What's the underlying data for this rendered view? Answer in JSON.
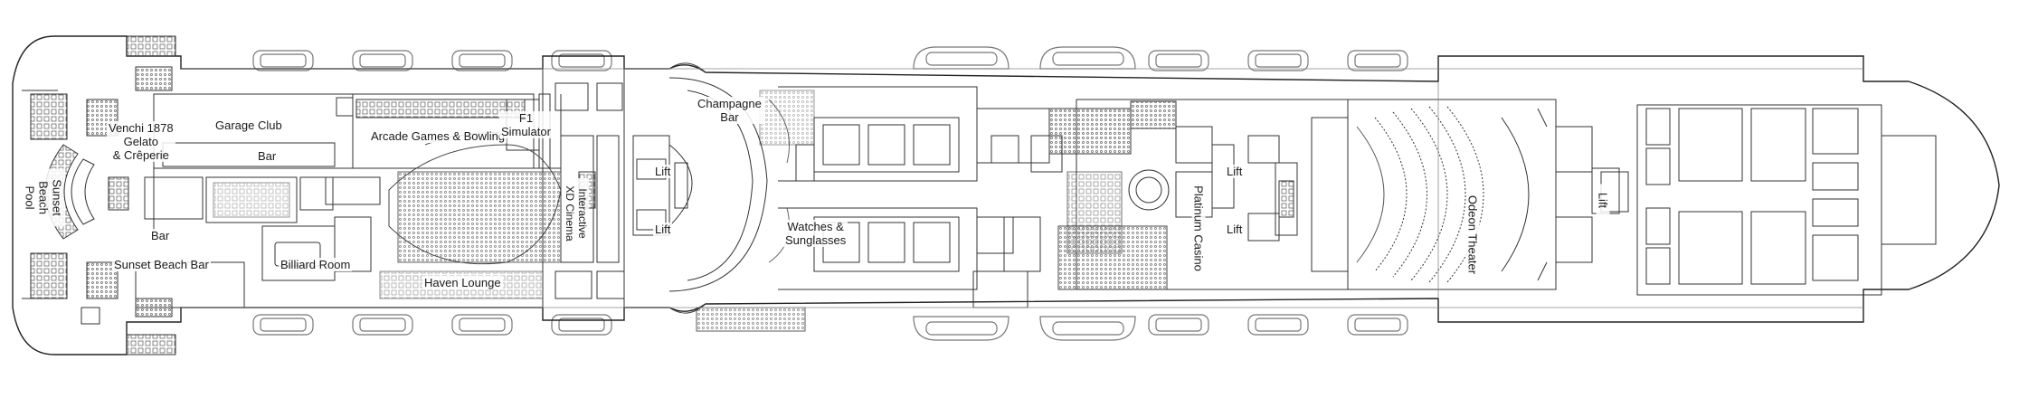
{
  "deck": {
    "areas": {
      "sunset_beach_pool": "Sunset\nBeach\nPool",
      "venchi": "Venchi 1878\nGelato\n& Crêperie",
      "garage_club": "Garage Club",
      "bar_garage": "Bar",
      "arcade": "Arcade Games & Bowling",
      "f1_simulator": "F1\nSimulator",
      "xd_cinema": "Interactive\nXD Cinema",
      "bar_sunset": "Bar",
      "sunset_beach_bar": "Sunset Beach Bar",
      "billiard_room": "Billiard Room",
      "haven_lounge": "Haven Lounge",
      "champagne_bar": "Champagne\nBar",
      "lift_fwd_top": "Lift",
      "lift_fwd_bottom": "Lift",
      "watches": "Watches &\nSunglasses",
      "platinum_casino": "Platinum Casino",
      "lift_mid_top": "Lift",
      "lift_mid_bottom": "Lift",
      "odeon_theater": "Odeon Theater",
      "lift_bow": "Lift"
    }
  }
}
